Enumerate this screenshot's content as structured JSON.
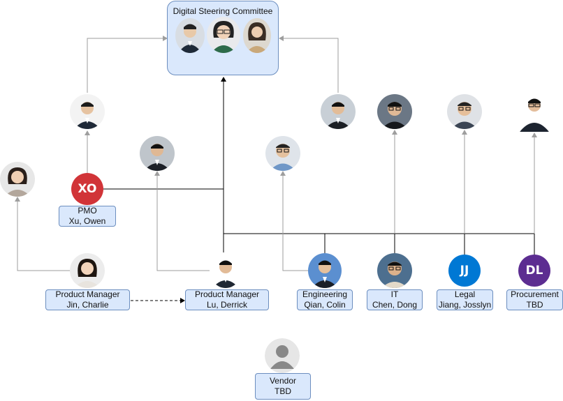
{
  "committee": {
    "title": "Digital Steering Committee"
  },
  "people": {
    "xo": {
      "initials": "XO",
      "line1": "PMO",
      "line2": "Xu, Owen",
      "color": "#d13438"
    },
    "pm_jin": {
      "line1": "Product Manager",
      "line2": "Jin, Charlie"
    },
    "pm_lu": {
      "line1": "Product Manager",
      "line2": "Lu, Derrick"
    },
    "eng": {
      "line1": "Engineering",
      "line2": "Qian, Colin"
    },
    "it": {
      "line1": "IT",
      "line2": "Chen, Dong"
    },
    "legal": {
      "initials": "JJ",
      "line1": "Legal",
      "line2": "Jiang, Josslyn",
      "color": "#0078d4"
    },
    "proc": {
      "initials": "DL",
      "line1": "Procurement",
      "line2": "TBD",
      "color": "#5c2d91"
    },
    "vendor": {
      "line1": "Vendor",
      "line2": "TBD"
    }
  },
  "colors": {
    "solid_line": "#000000",
    "gray_arrow": "#9e9e9e",
    "box_fill": "#dae8fc",
    "box_stroke": "#6c8ebf"
  },
  "icons": {
    "photo": "person-photo-icon",
    "placeholder": "person-placeholder-icon"
  }
}
